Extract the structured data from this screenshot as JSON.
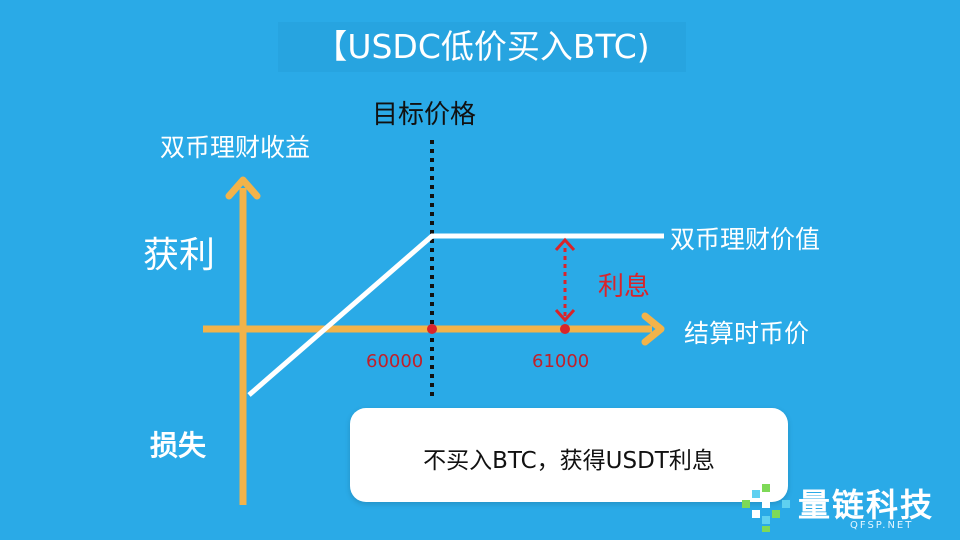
{
  "title": "【USDC低价买入BTC)",
  "y_axis_title": "双币理财收益",
  "target_price_label": "目标价格",
  "profit_label": "获利",
  "loss_label": "损失",
  "value_line_label": "双币理财价值",
  "interest_label": "利息",
  "x_axis_title": "结算时币价",
  "ticks": [
    "60000",
    "61000"
  ],
  "callout": "不买入BTC，获得USDT利息",
  "logo": {
    "name": "量链科技",
    "domain": "QFSP.NET"
  },
  "colors": {
    "background": "#2aaae7",
    "axis": "#f2b34a",
    "payoff_line": "#ffffff",
    "target_line": "#111111",
    "interest": "#d9242b"
  },
  "icons": [
    "arrow-up-icon",
    "arrow-right-icon",
    "double-arrow-icon",
    "logo-mark-icon"
  ]
}
